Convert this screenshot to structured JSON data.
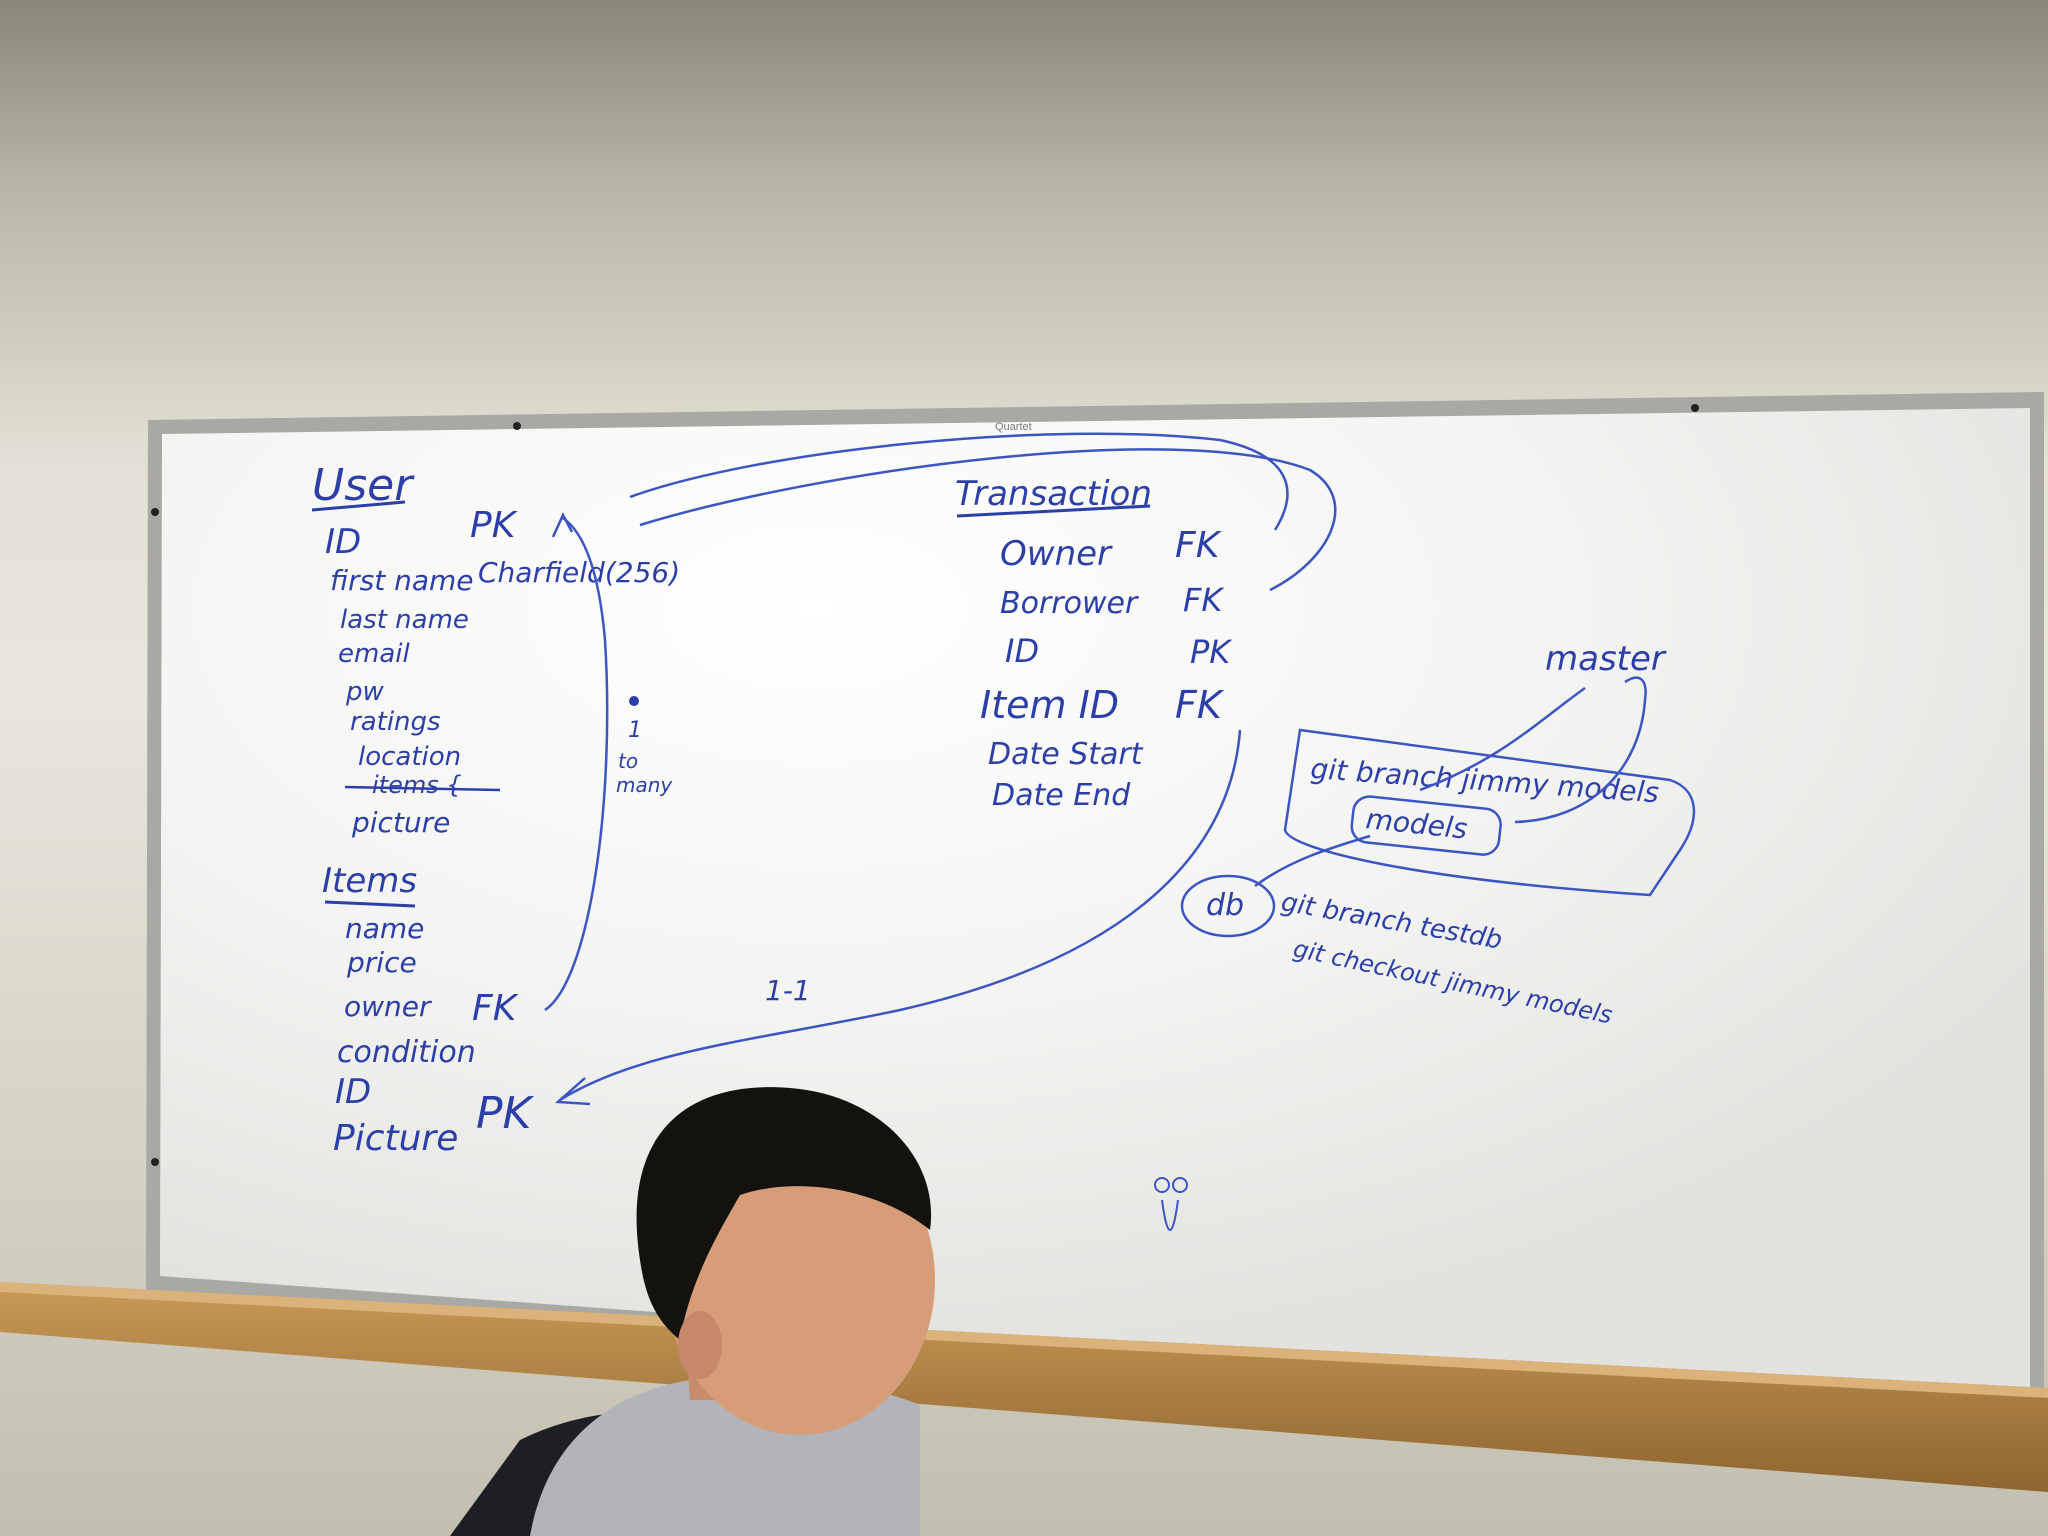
{
  "board": {
    "brand": "Quartet",
    "user": {
      "title": "User",
      "fields": [
        {
          "name": "ID",
          "key": "PK",
          "type": ""
        },
        {
          "name": "first name",
          "key": "",
          "type": "Charfield(256)"
        },
        {
          "name": "last name",
          "key": "",
          "type": ""
        },
        {
          "name": "email",
          "key": "",
          "type": ""
        },
        {
          "name": "pw",
          "key": "",
          "type": ""
        },
        {
          "name": "ratings",
          "key": "",
          "type": ""
        },
        {
          "name": "location",
          "key": "",
          "type": ""
        },
        {
          "name": "items {",
          "key": "",
          "type": ""
        },
        {
          "name": "picture",
          "key": "",
          "type": ""
        }
      ]
    },
    "items": {
      "title": "Items",
      "fields": [
        {
          "name": "name",
          "key": ""
        },
        {
          "name": "price",
          "key": ""
        },
        {
          "name": "owner",
          "key": "FK"
        },
        {
          "name": "condition",
          "key": ""
        },
        {
          "name": "ID",
          "key": "PK"
        },
        {
          "name": "Picture",
          "key": ""
        }
      ]
    },
    "transaction": {
      "title": "Transaction",
      "fields": [
        {
          "name": "Owner",
          "key": "FK"
        },
        {
          "name": "Borrower",
          "key": "FK"
        },
        {
          "name": "ID",
          "key": "PK"
        },
        {
          "name": "Item ID",
          "key": "FK"
        },
        {
          "name": "Date Start",
          "key": ""
        },
        {
          "name": "Date End",
          "key": ""
        }
      ]
    },
    "relation_one_to_many": [
      "1",
      "to",
      "many"
    ],
    "relation_one_to_one": "1-1",
    "git": {
      "master": "master",
      "branch_cmd": "git branch jimmy models",
      "models": "models",
      "db": "db",
      "test_cmd": "git branch testdb",
      "checkout_cmd": "git checkout jimmy models"
    }
  },
  "colors": {
    "marker": "#2c3fa8",
    "board": "#f1f1ee",
    "frame": "#a8a8a4",
    "wood": "#b58a4c"
  }
}
